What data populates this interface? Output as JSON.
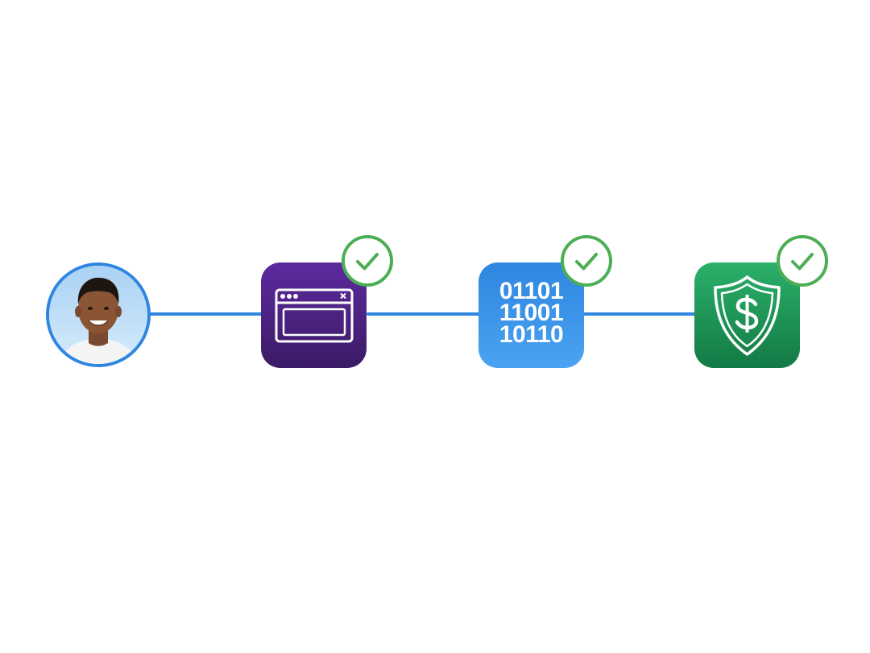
{
  "flow": {
    "connector_color": "#2f86e0",
    "avatar": {
      "icon": "person-avatar"
    },
    "steps": [
      {
        "icon": "browser-window-icon",
        "status": "verified",
        "check_color": "#4cae55"
      },
      {
        "icon": "binary-data-icon",
        "status": "verified",
        "check_color": "#4cae55",
        "binary_lines": [
          "01101",
          "11001",
          "10110"
        ]
      },
      {
        "icon": "shield-dollar-icon",
        "status": "verified",
        "check_color": "#4cae55"
      }
    ]
  }
}
